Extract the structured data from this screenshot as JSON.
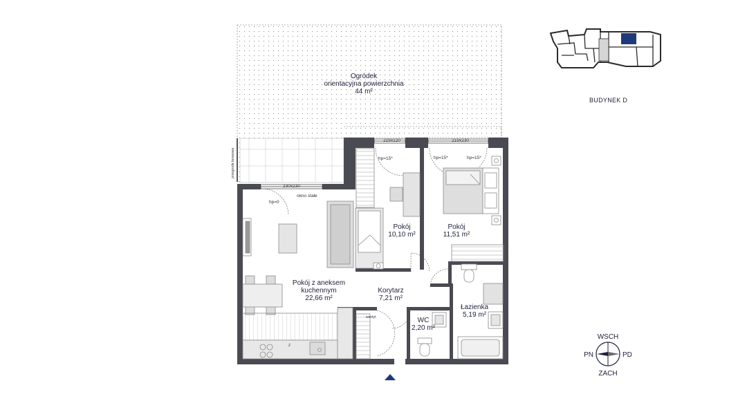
{
  "rooms": [
    {
      "name_lines": [
        "Ogródek",
        "orientacyjna powierzchnia"
      ],
      "area": "44 m²"
    },
    {
      "name_lines": [
        "Pokój"
      ],
      "area": "10,10 m²"
    },
    {
      "name_lines": [
        "Pokój"
      ],
      "area": "11,51 m²"
    },
    {
      "name_lines": [
        "Pokój z aneksem",
        "kuchennym"
      ],
      "area": "22,66 m²"
    },
    {
      "name_lines": [
        "Korytarz"
      ],
      "area": "7,21 m²"
    },
    {
      "name_lines": [
        "Łazienka"
      ],
      "area": "5,19 m²"
    },
    {
      "name_lines": [
        "WC"
      ],
      "area": "2,20 m²"
    }
  ],
  "annotations": {
    "window_1": "230x230",
    "window_2": "215x120",
    "window_3": "215x230",
    "fixed_window": "okno stałe",
    "hp_0": "hp=0",
    "hp_15_a": "hp=15*",
    "hp_15_b": "hp=15*",
    "hp_15_c": "hp=15*",
    "privacy_screen": "przegroda tarasowa",
    "vent": "wentyl."
  },
  "building": {
    "label": "BUDYNEK D"
  },
  "compass": {
    "north_up": "WSCH",
    "down": "ZACH",
    "left": "PN",
    "right": "PD"
  },
  "colors": {
    "wall": "#4a4a52",
    "accent": "#1f3a7a",
    "text": "#1e1e3c"
  }
}
